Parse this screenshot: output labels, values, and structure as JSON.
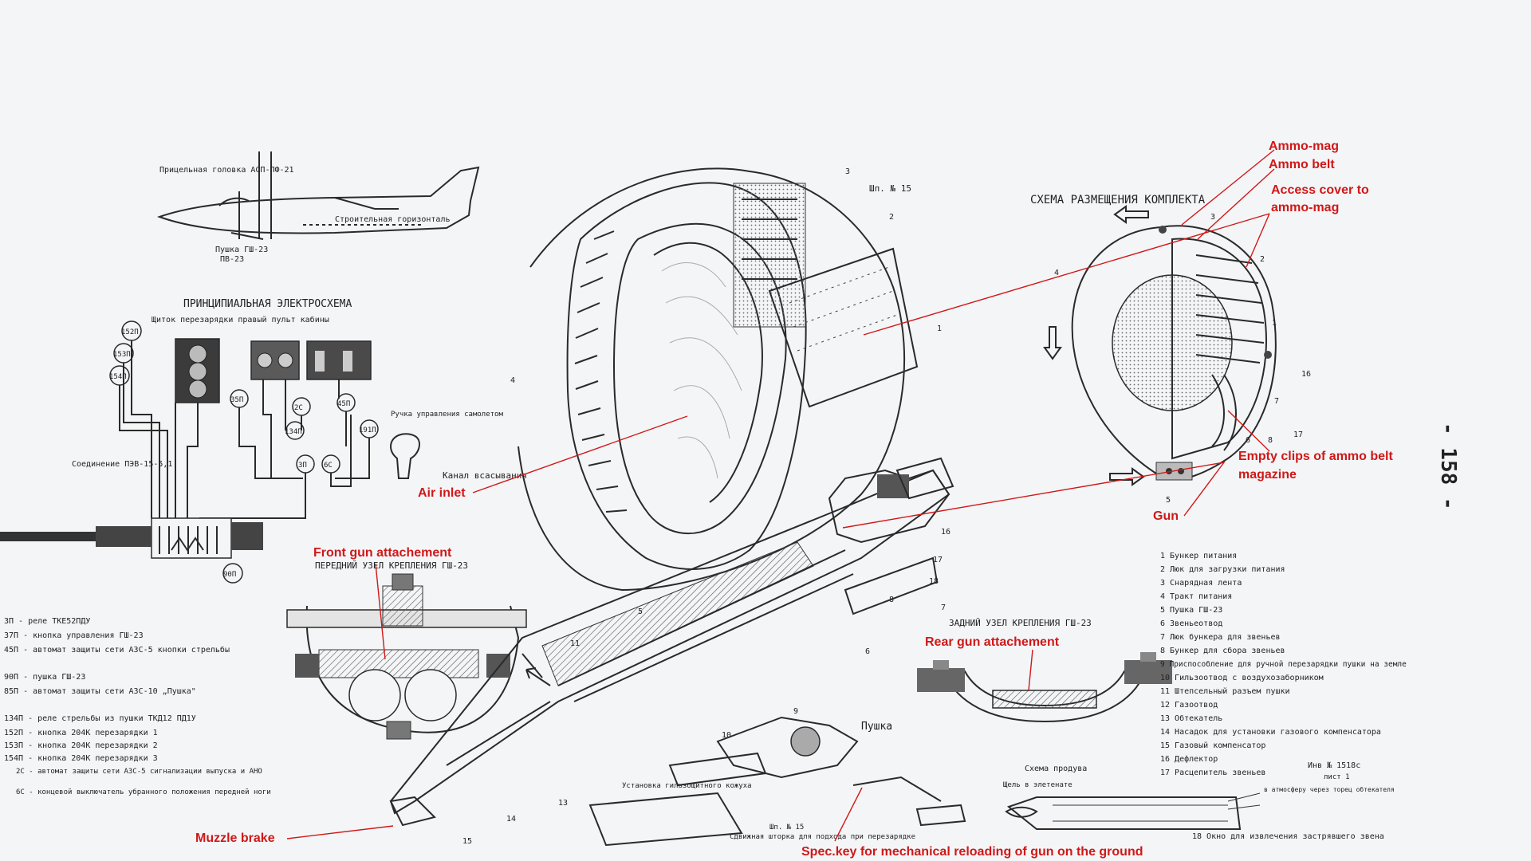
{
  "colors": {
    "annotation": "#d01818",
    "ink": "#2a2a2a",
    "paper": "#f4f5f7"
  },
  "aircraft": {
    "sight_label": "Прицельная головка АСП-ПФ-21",
    "datum_label": "Строительная горизонталь",
    "gun_label": "Пушка ГШ-23",
    "gun_label_2": "ПВ-23"
  },
  "electrical": {
    "title": "ПРИНЦИПИАЛЬНАЯ ЭЛЕКТРОСХЕМА",
    "panel_label": "Щиток перезарядки правый пульт кабины",
    "handle_label": "Ручка управления самолетом",
    "connector_label": "Соединение ПЭВ-15-5,1",
    "nodes": [
      "152П",
      "153П",
      "154П",
      "35П",
      "2С",
      "134П",
      "3П",
      "6С",
      "45П",
      "191П",
      "90П"
    ]
  },
  "legend_left": [
    "3П - реле ТКЕ52ПДУ",
    "37П - кнопка управления ГШ-23",
    "45П - автомат защиты сети АЗС-5 кнопки стрельбы",
    "90П - пушка ГШ-23",
    "85П - автомат защиты сети АЗС-10 „Пушка\"",
    "134П - реле стрельбы из пушки ТКД12 ПД1У",
    "152П - кнопка 204К перезарядки 1",
    "153П - кнопка 204К перезарядки 2",
    "154П - кнопка 204К перезарядки 3",
    "2С - автомат защиты сети АЗС-5 сигнализации выпуска и АНО",
    "6С - концевой выключатель убранного положения передней ноги"
  ],
  "front_mount": {
    "title": "ПЕРЕДНИЙ УЗЕЛ КРЕПЛЕНИЯ ГШ-23"
  },
  "rear_mount": {
    "title": "ЗАДНИЙ УЗЕЛ КРЕПЛЕНИЯ ГШ-23"
  },
  "center": {
    "frame_label": "Шп. № 15",
    "intake_label": "Канал всасывания",
    "gun_label": "Пушка",
    "casing_label": "Установка гильзощитного кожуха",
    "shutter_label": "Сдвижная шторка для подхода при перезарядке",
    "frame_label_2": "Шп. № 15",
    "numbers": [
      "1",
      "2",
      "3",
      "4",
      "5",
      "6",
      "7",
      "8",
      "9",
      "10",
      "11",
      "13",
      "14",
      "15",
      "16",
      "17",
      "18"
    ]
  },
  "layout_scheme": {
    "title": "СХЕМА РАЗМЕЩЕНИЯ КОМПЛЕКТА",
    "numbers": [
      "1",
      "2",
      "3",
      "4",
      "5",
      "6",
      "7",
      "8",
      "16",
      "17"
    ]
  },
  "parts_legend": [
    "1 Бункер питания",
    "2 Люк для загрузки питания",
    "3 Снарядная лента",
    "4 Тракт питания",
    "5 Пушка ГШ-23",
    "6 Звеньеотвод",
    "7 Люк бункера для звеньев",
    "8 Бункер для сбора звеньев",
    "9 Приспособление для ручной перезарядки пушки на земле",
    "10 Гильзоотвод с воздухозаборником",
    "11 Штепсельный разъем пушки",
    "12 Газоотвод",
    "13 Обтекатель",
    "14 Насадок для установки газового компенсатора",
    "15 Газовый компенсатор",
    "16 Дефлектор",
    "17 Расцепитель звеньев",
    "18 Окно для извлечения застрявшего звена"
  ],
  "purge": {
    "title": "Схема продува",
    "slot_label": "Щель в элетенате",
    "atmo_label": "в атмосферу через торец обтекателя"
  },
  "inventory": {
    "number": "Инв № 1518с",
    "sheet": "лист 1"
  },
  "page_number": "- 158 -",
  "annotations": {
    "ammo_mag": "Ammo-mag",
    "ammo_belt": "Ammo belt",
    "access_cover_1": "Access cover to",
    "access_cover_2": "ammo-mag",
    "empty_clips_1": "Empty clips of ammo belt",
    "empty_clips_2": "magazine",
    "gun": "Gun",
    "air_inlet": "Air inlet",
    "front_gun": "Front gun attachement",
    "rear_gun": "Rear gun attachement",
    "muzzle_brake": "Muzzle brake",
    "spec_key": "Spec.key for mechanical reloading of gun on the ground"
  }
}
